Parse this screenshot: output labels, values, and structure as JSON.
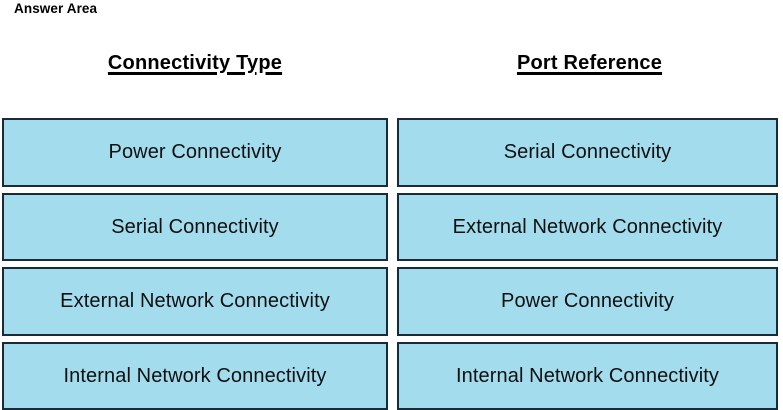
{
  "page": {
    "title": "Answer Area",
    "background_color": "#ffffff"
  },
  "style_tokens": {
    "box_fill": "#a3dcec",
    "box_border": "#1b2a38",
    "text_color": "#101010"
  },
  "columns": [
    {
      "id": "connectivity-type",
      "header": "Connectivity Type",
      "items": [
        {
          "label": "Power Connectivity"
        },
        {
          "label": "Serial Connectivity"
        },
        {
          "label": "External Network Connectivity"
        },
        {
          "label": "Internal Network Connectivity"
        }
      ]
    },
    {
      "id": "port-reference",
      "header": "Port Reference",
      "items": [
        {
          "label": "Serial Connectivity"
        },
        {
          "label": "External Network Connectivity"
        },
        {
          "label": "Power Connectivity"
        },
        {
          "label": "Internal Network Connectivity"
        }
      ]
    }
  ]
}
